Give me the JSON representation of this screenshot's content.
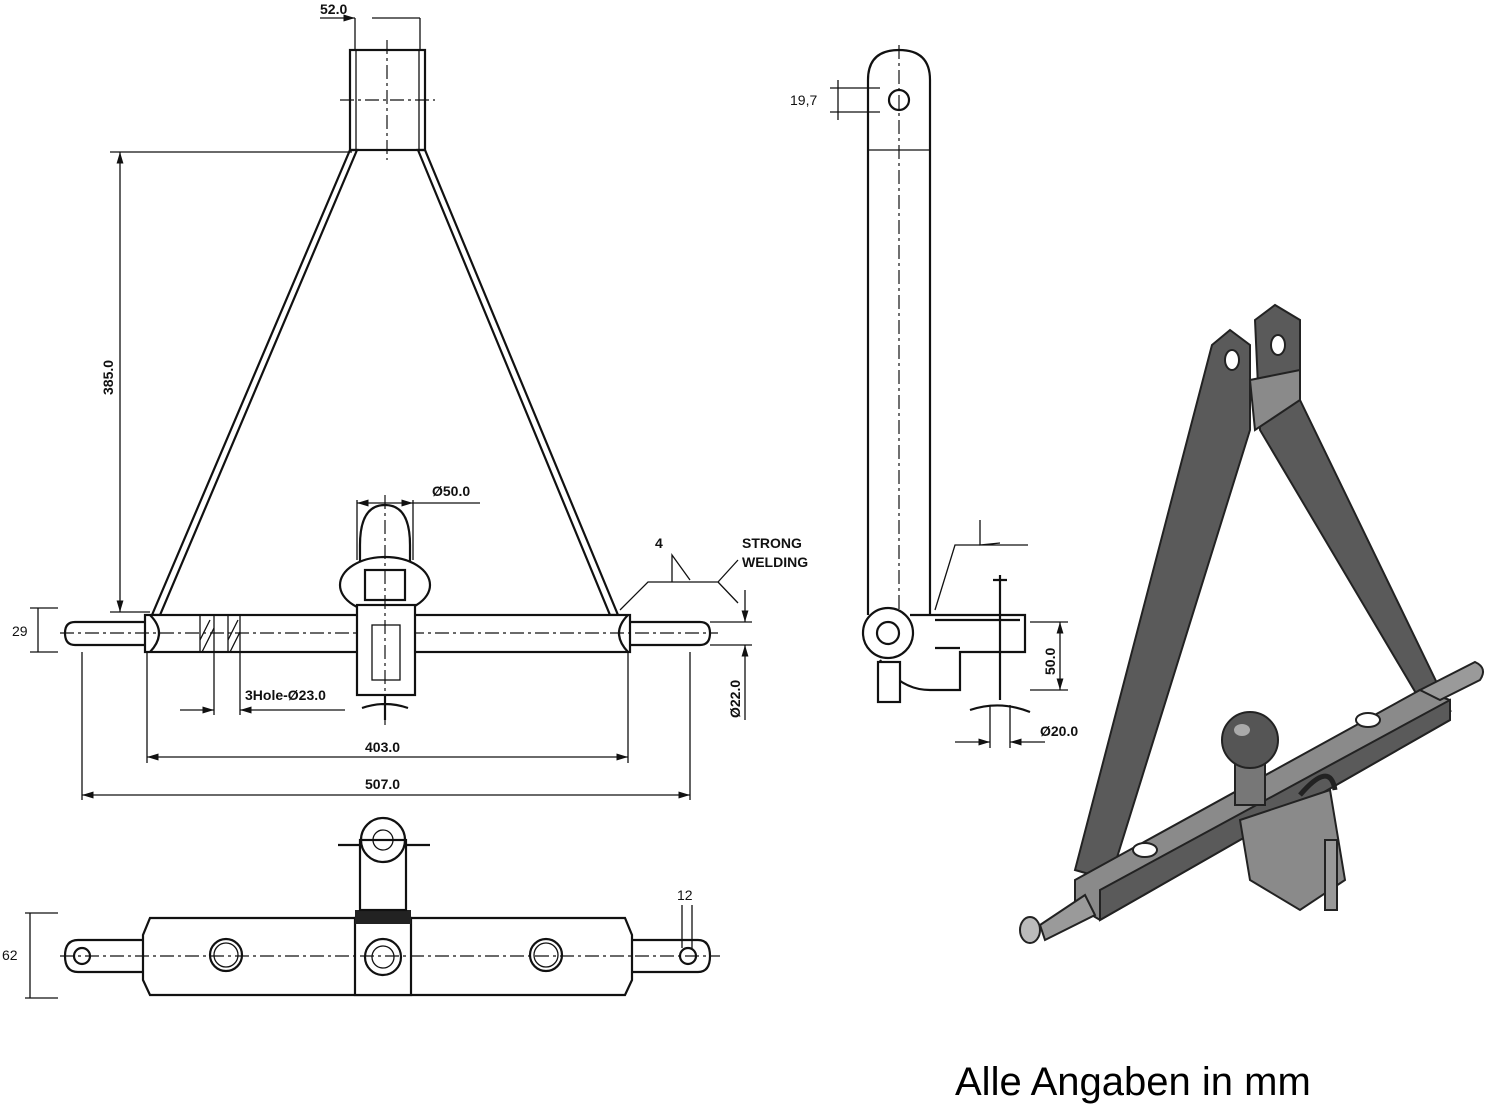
{
  "front_view": {
    "dims": {
      "top_width": "52.0",
      "height": "385.0",
      "ball_diameter": "Ø50.0",
      "weld_size": "4",
      "weld_note_line1": "STRONG",
      "weld_note_line2": "WELDING",
      "bar_height": "29",
      "holes": "3Hole-Ø23.0",
      "pin_diameter": "Ø22.0",
      "inner_width": "403.0",
      "overall_width": "507.0"
    }
  },
  "bottom_view": {
    "dims": {
      "height": "62",
      "pin_hole": "12"
    }
  },
  "side_view": {
    "dims": {
      "top_hole": "19,7",
      "clevis_height": "50.0",
      "clevis_pin": "Ø20.0"
    }
  },
  "caption": "Alle Angaben in mm"
}
